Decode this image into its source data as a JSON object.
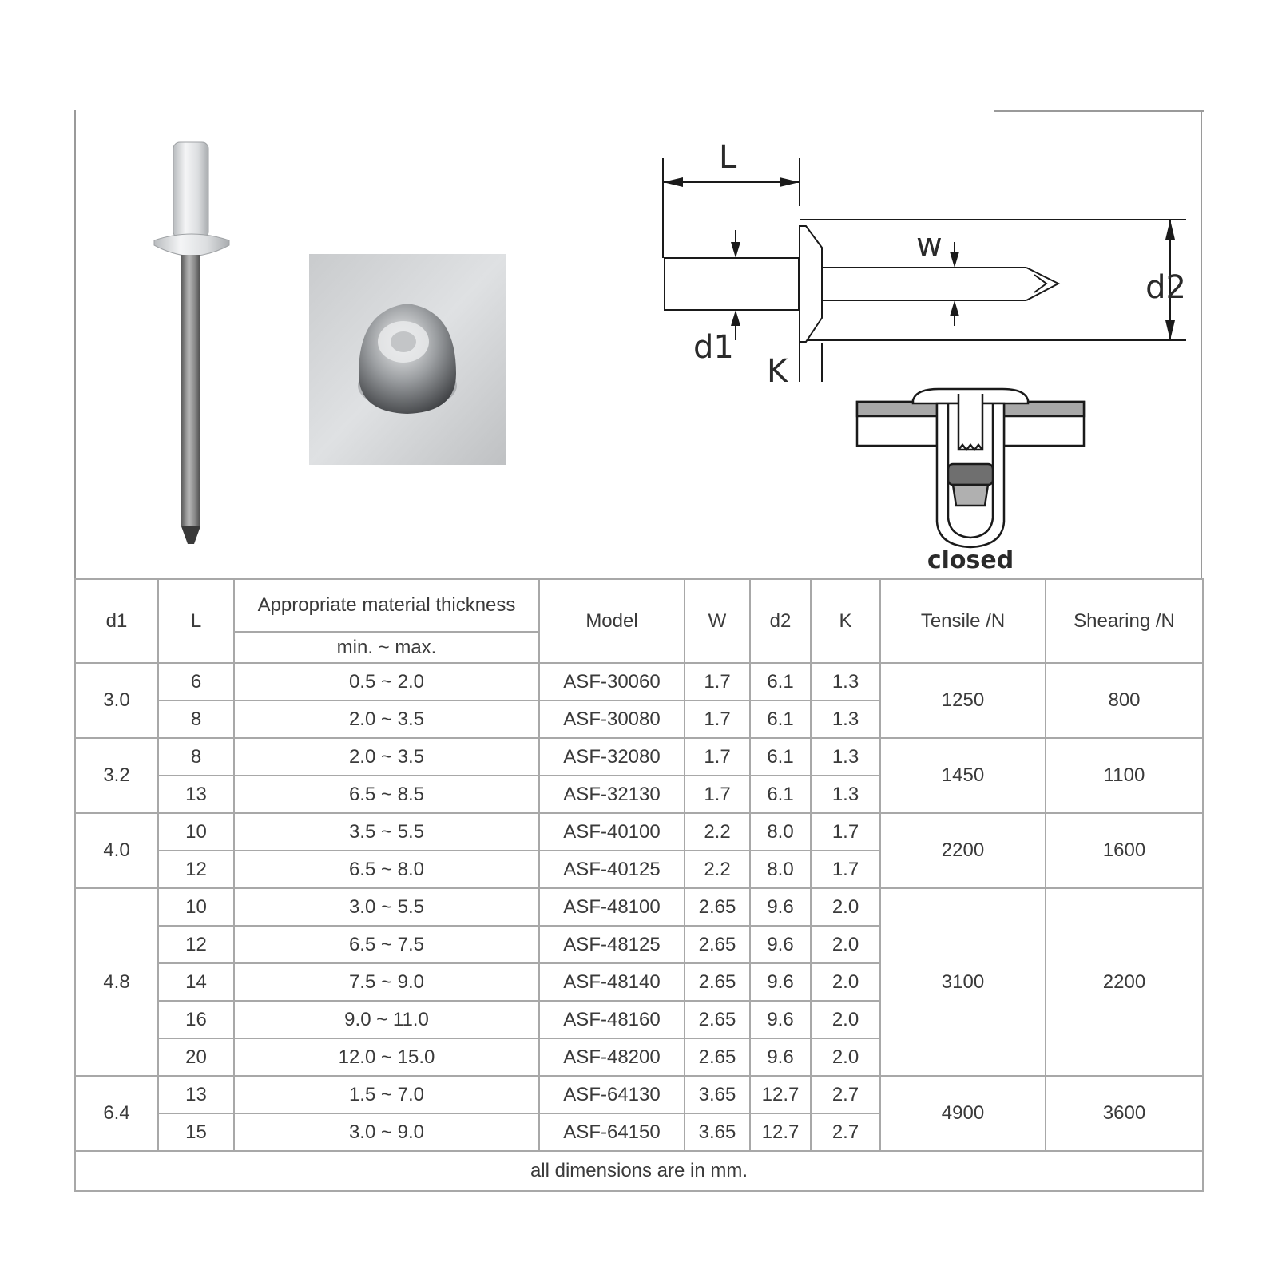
{
  "drawing": {
    "label_L": "L",
    "label_W": "w",
    "label_d1": "d1",
    "label_d2": "d2",
    "label_K": "K",
    "closed_label": "closed"
  },
  "table": {
    "headers": {
      "d1": "d1",
      "L": "L",
      "thickness": "Appropriate material thickness",
      "thickness_sub": "min. ~ max.",
      "model": "Model",
      "W": "W",
      "d2": "d2",
      "K": "K",
      "tensile": "Tensile /N",
      "shearing": "Shearing /N"
    },
    "groups": [
      {
        "d1": "3.0",
        "tensile": "1250",
        "shearing": "800",
        "rows": [
          {
            "L": "6",
            "thickness": "0.5 ~ 2.0",
            "model": "ASF-30060",
            "W": "1.7",
            "d2": "6.1",
            "K": "1.3"
          },
          {
            "L": "8",
            "thickness": "2.0 ~ 3.5",
            "model": "ASF-30080",
            "W": "1.7",
            "d2": "6.1",
            "K": "1.3"
          }
        ]
      },
      {
        "d1": "3.2",
        "tensile": "1450",
        "shearing": "1100",
        "rows": [
          {
            "L": "8",
            "thickness": "2.0 ~ 3.5",
            "model": "ASF-32080",
            "W": "1.7",
            "d2": "6.1",
            "K": "1.3"
          },
          {
            "L": "13",
            "thickness": "6.5 ~ 8.5",
            "model": "ASF-32130",
            "W": "1.7",
            "d2": "6.1",
            "K": "1.3"
          }
        ]
      },
      {
        "d1": "4.0",
        "tensile": "2200",
        "shearing": "1600",
        "rows": [
          {
            "L": "10",
            "thickness": "3.5 ~ 5.5",
            "model": "ASF-40100",
            "W": "2.2",
            "d2": "8.0",
            "K": "1.7"
          },
          {
            "L": "12",
            "thickness": "6.5 ~ 8.0",
            "model": "ASF-40125",
            "W": "2.2",
            "d2": "8.0",
            "K": "1.7"
          }
        ]
      },
      {
        "d1": "4.8",
        "tensile": "3100",
        "shearing": "2200",
        "rows": [
          {
            "L": "10",
            "thickness": "3.0 ~ 5.5",
            "model": "ASF-48100",
            "W": "2.65",
            "d2": "9.6",
            "K": "2.0"
          },
          {
            "L": "12",
            "thickness": "6.5 ~ 7.5",
            "model": "ASF-48125",
            "W": "2.65",
            "d2": "9.6",
            "K": "2.0"
          },
          {
            "L": "14",
            "thickness": "7.5 ~ 9.0",
            "model": "ASF-48140",
            "W": "2.65",
            "d2": "9.6",
            "K": "2.0"
          },
          {
            "L": "16",
            "thickness": "9.0 ~ 11.0",
            "model": "ASF-48160",
            "W": "2.65",
            "d2": "9.6",
            "K": "2.0"
          },
          {
            "L": "20",
            "thickness": "12.0 ~ 15.0",
            "model": "ASF-48200",
            "W": "2.65",
            "d2": "9.6",
            "K": "2.0"
          }
        ]
      },
      {
        "d1": "6.4",
        "tensile": "4900",
        "shearing": "3600",
        "rows": [
          {
            "L": "13",
            "thickness": "1.5 ~ 7.0",
            "model": "ASF-64130",
            "W": "3.65",
            "d2": "12.7",
            "K": "2.7"
          },
          {
            "L": "15",
            "thickness": "3.0 ~ 9.0",
            "model": "ASF-64150",
            "W": "3.65",
            "d2": "12.7",
            "K": "2.7"
          }
        ]
      }
    ],
    "footnote": "all dimensions are in mm."
  }
}
